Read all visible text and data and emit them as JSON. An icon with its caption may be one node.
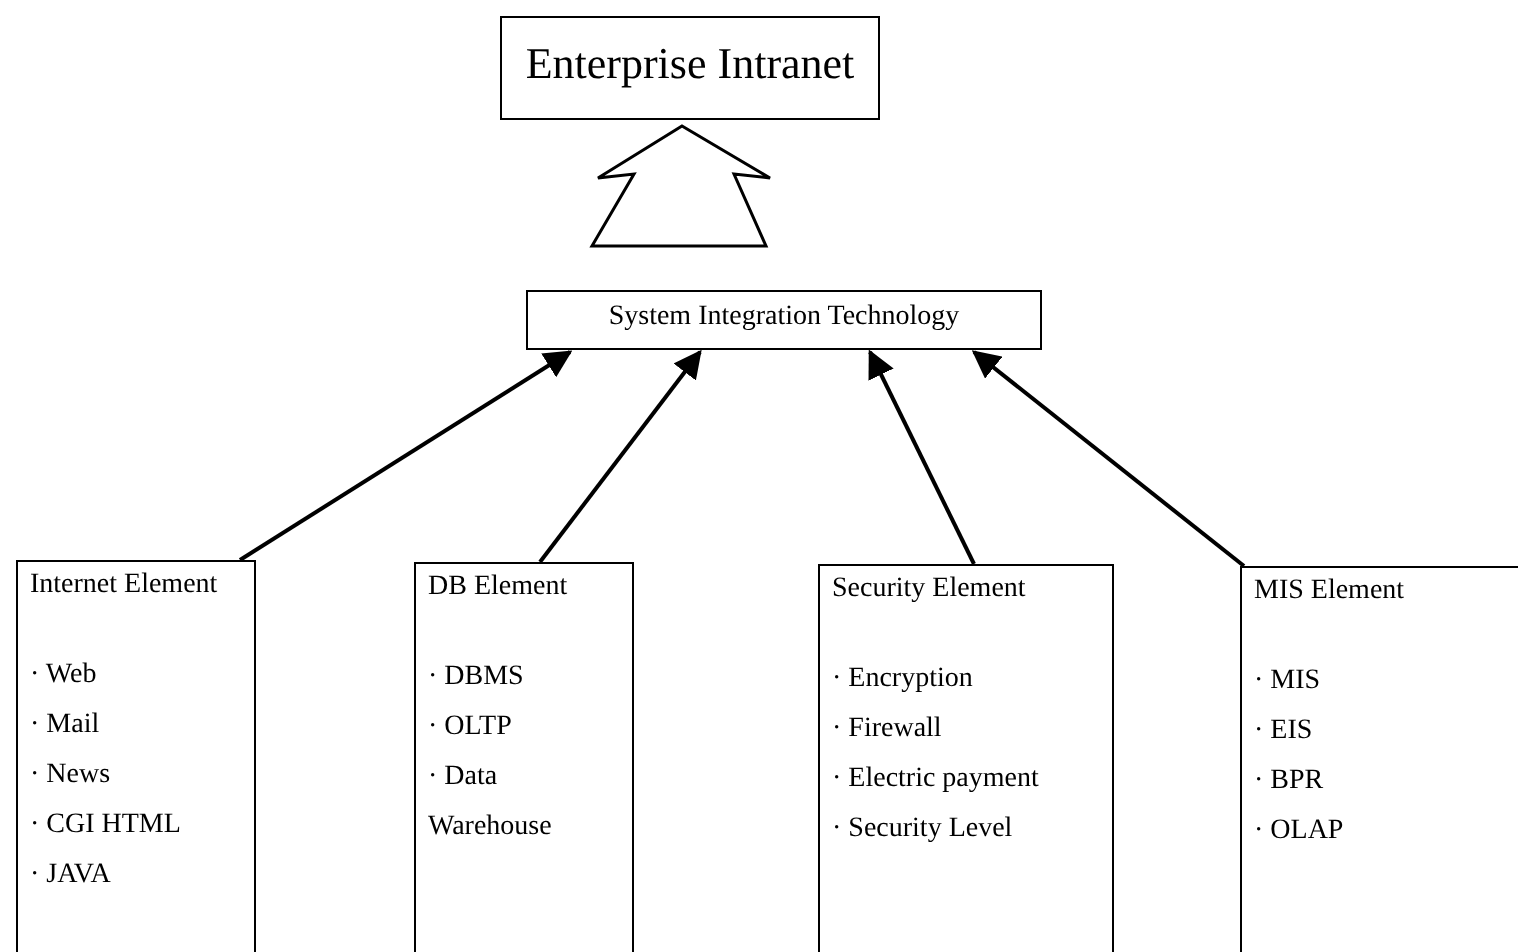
{
  "diagram": {
    "nodes": [
      {
        "text": [
          "Enterprise Intranet"
        ]
      },
      {
        "text": [
          "System Integration Technology"
        ]
      },
      {
        "text": [
          "Internet Element",
          "· Web",
          "· Mail",
          "· News",
          "· CGI HTML",
          "· JAVA"
        ]
      },
      {
        "text": [
          "DB Element",
          "· DBMS",
          "· OLTP",
          "· Data Warehouse"
        ]
      },
      {
        "text": [
          "Security Element",
          "· Encryption",
          "· Firewall",
          "· Electric payment",
          "· Security Level"
        ]
      },
      {
        "text": [
          "MIS Element",
          "· MIS",
          "· EIS",
          "· BPR",
          "· OLAP"
        ]
      }
    ],
    "edges": [
      {
        "from": 1,
        "to": 0,
        "arrow": "to",
        "style": "thick"
      },
      {
        "from": 2,
        "to": 1,
        "arrow": "to"
      },
      {
        "from": 3,
        "to": 1,
        "arrow": "to"
      },
      {
        "from": 4,
        "to": 1,
        "arrow": "to"
      },
      {
        "from": 5,
        "to": 1,
        "arrow": "to"
      }
    ]
  }
}
